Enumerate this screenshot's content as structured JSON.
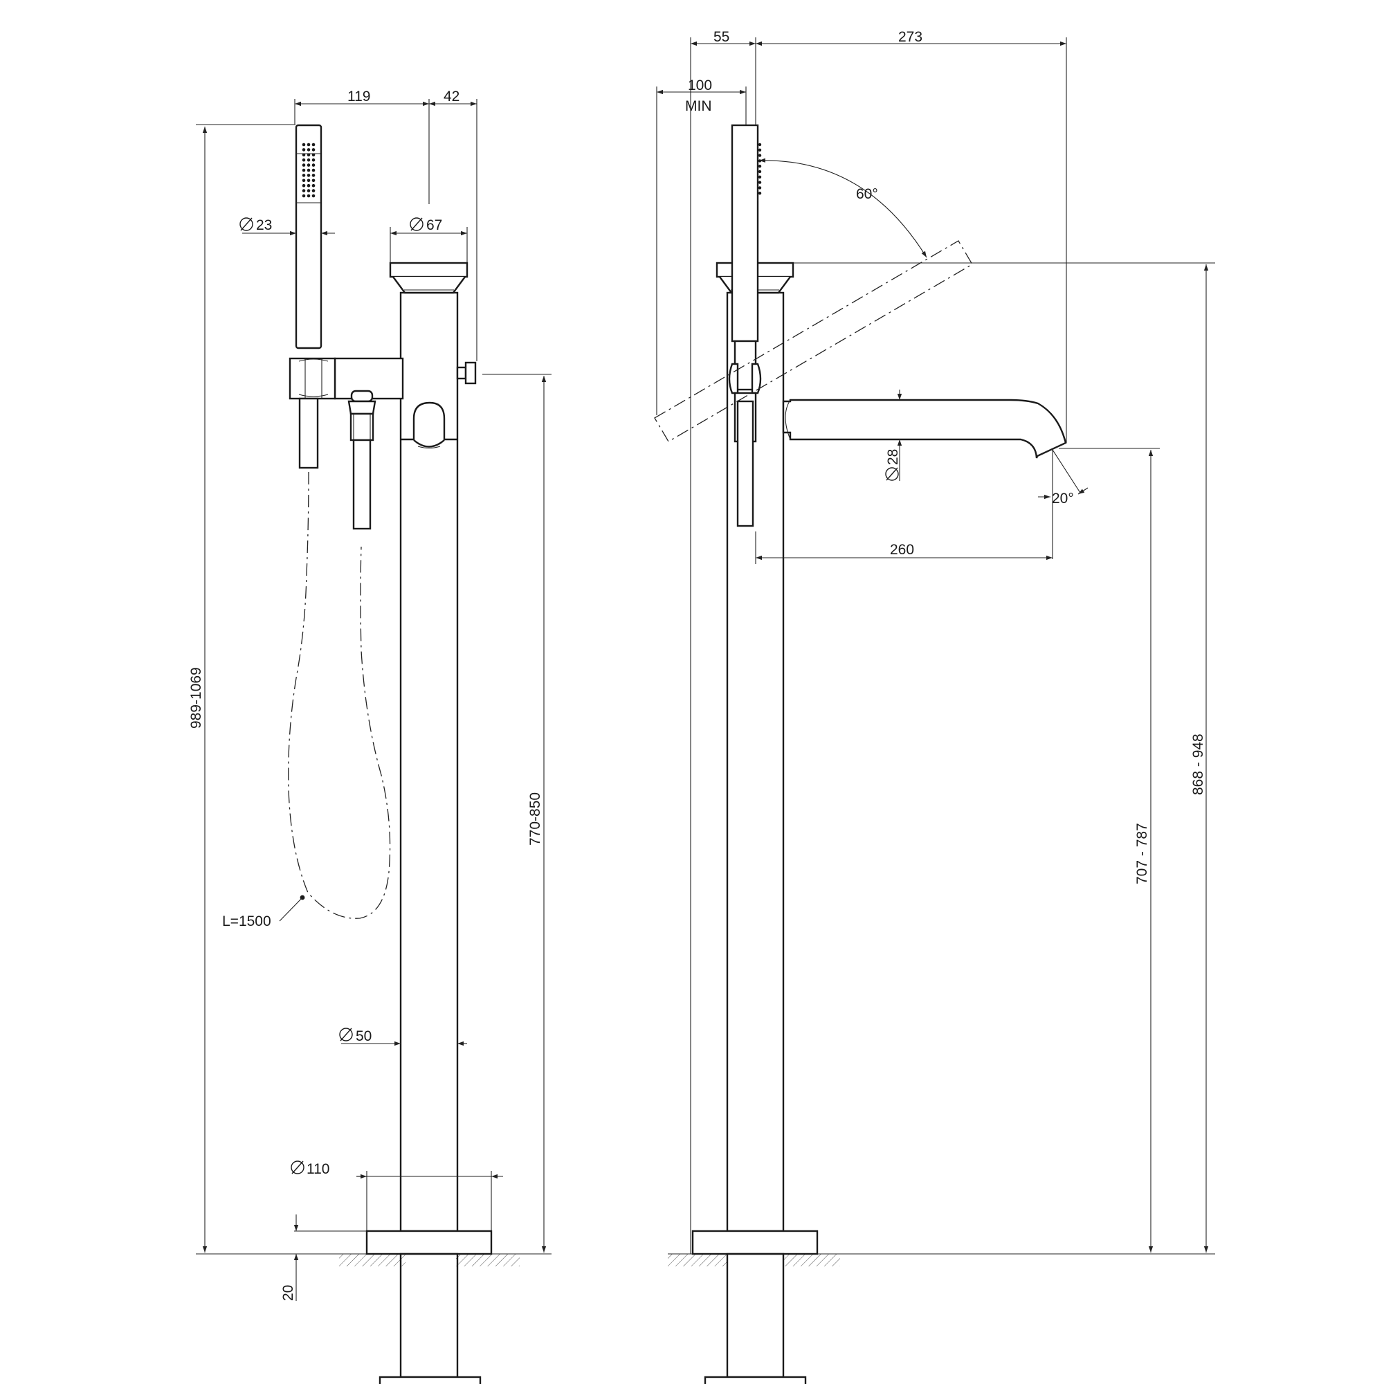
{
  "dimensions": {
    "left": {
      "d119": "119",
      "d42": "42",
      "dia23": "23",
      "dia67": "67",
      "h989": "989-1069",
      "h770": "770-850",
      "hose": "L=1500",
      "dia50": "50",
      "dia110": "110",
      "t20": "20"
    },
    "right": {
      "d55": "55",
      "d273": "273",
      "d100": "100",
      "min": "MIN",
      "ang60": "60°",
      "dia28": "28",
      "ang20": "20°",
      "d260": "260",
      "h868": "868 - 948",
      "h707": "707 - 787"
    }
  }
}
